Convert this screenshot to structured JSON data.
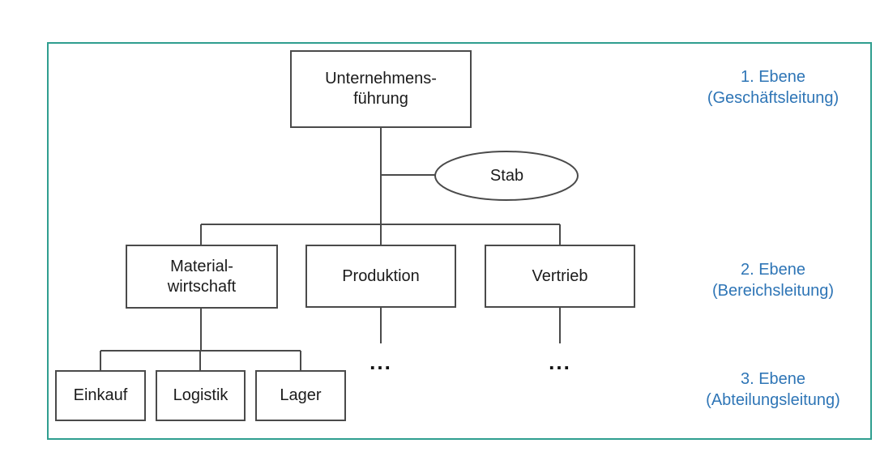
{
  "colors": {
    "frame_border": "#2F9E8F",
    "level_label_text": "#2E75B6",
    "connector_line": "#4A4A4A",
    "node_border": "#4A4A4A",
    "background": "#FFFFFF"
  },
  "org_chart": {
    "root": {
      "lines": [
        "Unternehmens-",
        "führung"
      ]
    },
    "staff_unit": {
      "label": "Stab"
    },
    "level2": [
      {
        "lines": [
          "Material-",
          "wirtschaft"
        ]
      },
      {
        "lines": [
          "Produktion"
        ]
      },
      {
        "lines": [
          "Vertrieb"
        ]
      }
    ],
    "level3": [
      {
        "label": "Einkauf"
      },
      {
        "label": "Logistik"
      },
      {
        "label": "Lager"
      }
    ],
    "ellipsis_produktion": "...",
    "ellipsis_vertrieb": "...",
    "level_labels": [
      {
        "lines": [
          "1. Ebene",
          "(Geschäftsleitung)"
        ]
      },
      {
        "lines": [
          "2. Ebene",
          "(Bereichsleitung)"
        ]
      },
      {
        "lines": [
          "3. Ebene",
          "(Abteilungsleitung)"
        ]
      }
    ]
  }
}
